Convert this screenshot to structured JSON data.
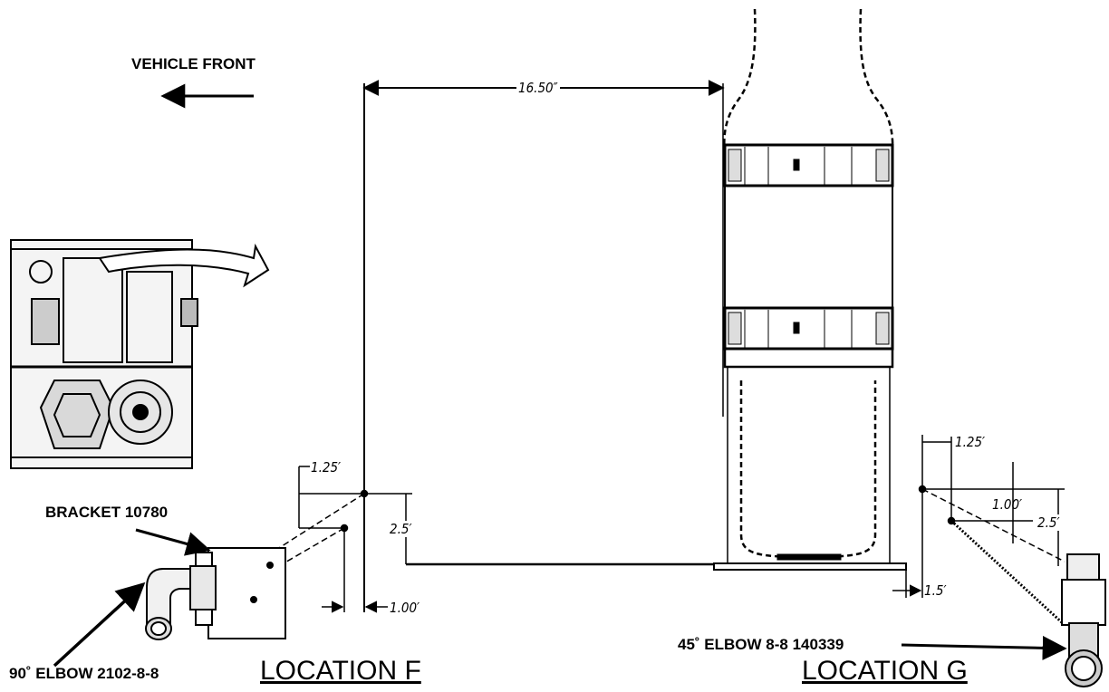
{
  "labels": {
    "vehicle_front": "VEHICLE FRONT",
    "bracket": "BRACKET 10780",
    "elbow90": "90˚ ELBOW 2102-8-8",
    "location_f": "LOCATION F",
    "elbow45": "45˚ ELBOW 8-8 140339",
    "location_g": "LOCATION G"
  },
  "dimensions": {
    "span": "16.50″",
    "f_offset_top": "1.25′",
    "f_height": "2.5′",
    "f_offset_bottom": "1.00′",
    "g_offset_top": "1.25′",
    "g_drop": "1.00′",
    "g_height": "2.5′",
    "g_offset_bottom": "1.5′"
  }
}
